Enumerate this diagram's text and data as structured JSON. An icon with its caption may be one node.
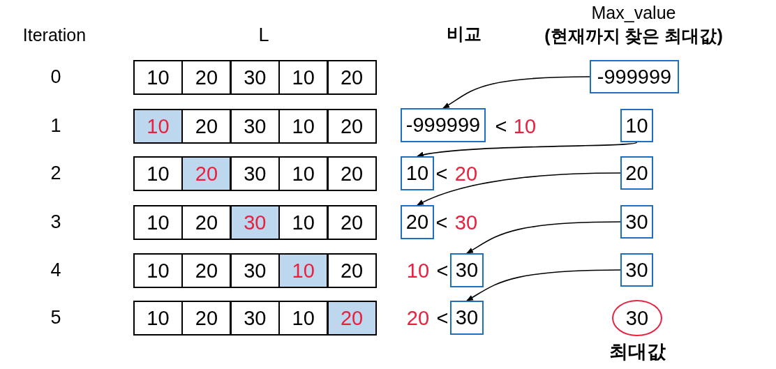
{
  "diagram": {
    "nodes": [
      {
        "text": [
          "-999999"
        ]
      },
      {
        "text": [
          "-999999"
        ]
      },
      {
        "text": [
          "10"
        ]
      },
      {
        "text": [
          "10"
        ]
      },
      {
        "text": [
          "20"
        ]
      },
      {
        "text": [
          "20"
        ]
      },
      {
        "text": [
          "30"
        ]
      },
      {
        "text": [
          "30"
        ]
      },
      {
        "text": [
          "30"
        ]
      },
      {
        "text": [
          "30"
        ]
      },
      {
        "text": [
          "30"
        ],
        "beside": [
          "최대값"
        ]
      }
    ],
    "edges": [
      {
        "from": 0,
        "to": 1,
        "arrow": "to"
      },
      {
        "from": 2,
        "to": 3,
        "arrow": "to"
      },
      {
        "from": 4,
        "to": 5,
        "arrow": "to"
      },
      {
        "from": 6,
        "to": 7,
        "arrow": "to"
      },
      {
        "from": 8,
        "to": 9,
        "arrow": "to"
      }
    ],
    "labels": [
      "Iteration",
      "L",
      "비교",
      "Max_value",
      "(현재까지 찾은 최대값)",
      "0",
      "10",
      "20",
      "30",
      "10",
      "20",
      "1",
      "10",
      "20",
      "30",
      "10",
      "20",
      "<",
      "10",
      "2",
      "10",
      "20",
      "30",
      "10",
      "20",
      "<",
      "20",
      "3",
      "10",
      "20",
      "30",
      "10",
      "20",
      "<",
      "30",
      "4",
      "10",
      "20",
      "30",
      "10",
      "20",
      "10",
      "<",
      "5",
      "10",
      "20",
      "30",
      "10",
      "20",
      "20",
      "<"
    ]
  }
}
